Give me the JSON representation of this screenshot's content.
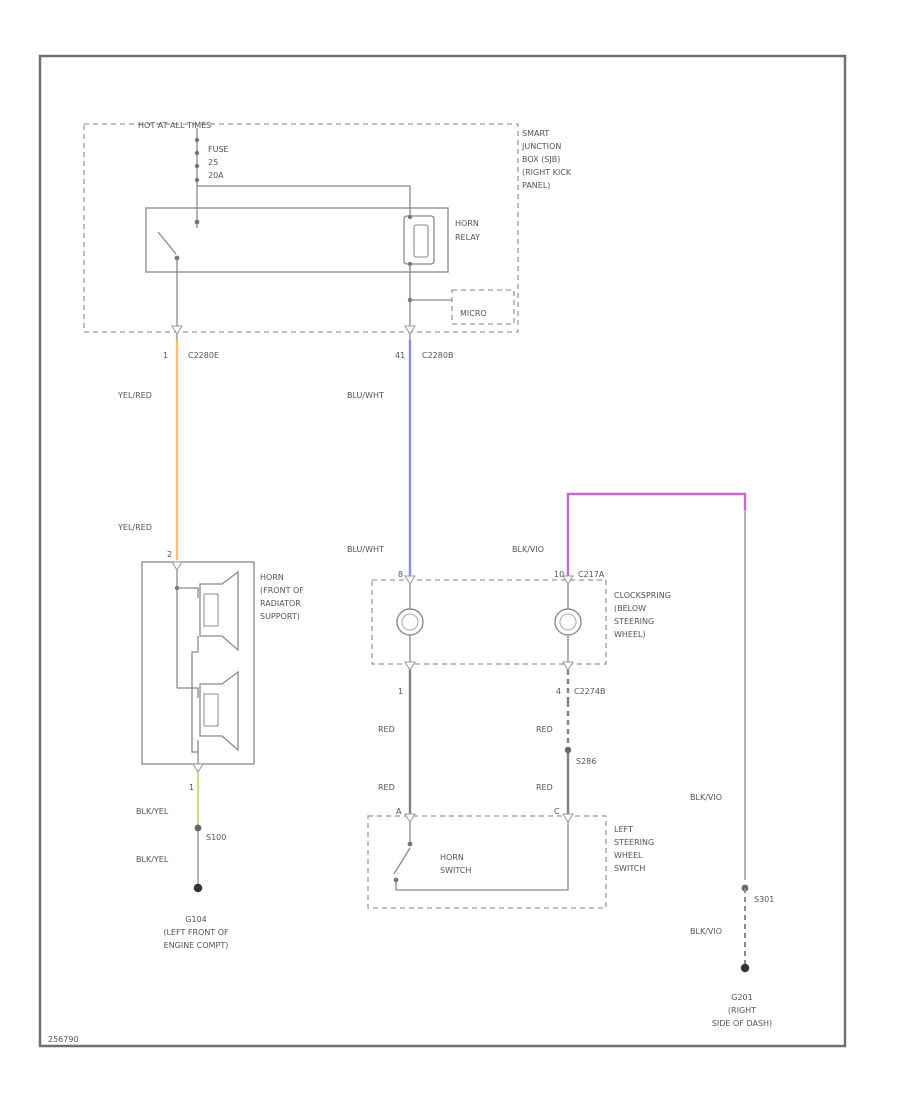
{
  "labels": {
    "hot_at_all_times": "HOT AT ALL TIMES",
    "fuse_line1": "FUSE",
    "fuse_line2": "25",
    "fuse_line3": "20A",
    "sjb_line1": "SMART",
    "sjb_line2": "JUNCTION",
    "sjb_line3": "BOX (SJB)",
    "sjb_line4": "(RIGHT KICK",
    "sjb_line5": "PANEL)",
    "relay_line1": "HORN",
    "relay_line2": "RELAY",
    "micro": "MICRO",
    "conn_pin_c2280e": "1",
    "conn_c2280e": "C2280E",
    "conn_pin_c2280b": "41",
    "conn_c2280b": "C2280B",
    "wire_yel_red_upper": "YEL/RED",
    "wire_yel_red_lower": "YEL/RED",
    "wire_blu_wht_upper": "BLU/WHT",
    "wire_blu_wht_lower": "BLU/WHT",
    "wire_blk_vio_upper": "BLK/VIO",
    "horn_line1": "HORN",
    "horn_line2": "(FRONT OF",
    "horn_line3": "RADIATOR",
    "horn_line4": "SUPPORT)",
    "horn_pin_top": "2",
    "horn_pin_bottom": "1",
    "clk_pin_left": "8",
    "clk_pin_right": "10",
    "conn_c217a": "C217A",
    "clk_line1": "CLOCKSPRING",
    "clk_line2": "(BELOW",
    "clk_line3": "STEERING",
    "clk_line4": "WHEEL)",
    "clk_pin_bottom_left": "1",
    "clk_pin_bottom_right": "4",
    "conn_c2274b": "C2274B",
    "wire_red_1": "RED",
    "wire_red_2": "RED",
    "wire_red_3": "RED",
    "wire_red_4": "RED",
    "splice_s286": "S286",
    "sw_pin_left": "A",
    "sw_pin_right": "C",
    "switch_line1": "HORN",
    "switch_line2": "SWITCH",
    "lsw_line1": "LEFT",
    "lsw_line2": "STEERING",
    "lsw_line3": "WHEEL",
    "lsw_line4": "SWITCH",
    "wire_blk_yel_1": "BLK/YEL",
    "wire_blk_yel_2": "BLK/YEL",
    "splice_s100": "S100",
    "ground_g104_line1": "G104",
    "ground_g104_line2": "(LEFT FRONT OF",
    "ground_g104_line3": "ENGINE COMPT)",
    "wire_blk_vio_2": "BLK/VIO",
    "splice_s301": "S301",
    "wire_blk_vio_3": "BLK/VIO",
    "ground_g201_line1": "G201",
    "ground_g201_line2": "(RIGHT",
    "ground_g201_line3": "SIDE OF DASH)",
    "figure_id": "256790"
  },
  "colors": {
    "yel_red": "#f5c46a",
    "blu_wht": "#8c8cf0",
    "blk_vio": "#cc66cc",
    "blk_yel": "#d8d890",
    "red_wire": "#808080",
    "frame": "#707070"
  }
}
